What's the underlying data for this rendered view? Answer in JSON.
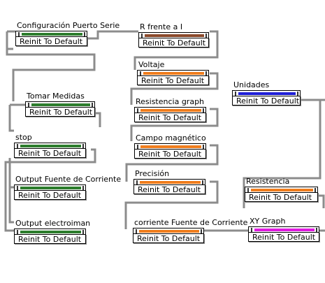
{
  "colors": {
    "wire": "#8c8c8c",
    "green": "#2d7d2d",
    "brown": "#8b4a2b",
    "orange": "#f07d1d",
    "blue": "#1f1fd6",
    "magenta": "#e01ae0"
  },
  "nodes": {
    "configuracion": {
      "label": "Configuración Puerto Serie",
      "button": "Reinit To Default",
      "type_color": "green"
    },
    "r_frente": {
      "label": "R frente a I",
      "button": "Reinit To Default",
      "type_color": "brown"
    },
    "voltaje": {
      "label": "Voltaje",
      "button": "Reinit To Default",
      "type_color": "orange"
    },
    "unidades": {
      "label": "Unidades",
      "button": "Reinit To Default",
      "type_color": "blue"
    },
    "tomar_medidas": {
      "label": "Tomar Medidas",
      "button": "Reinit To Default",
      "type_color": "green"
    },
    "resistencia_graph": {
      "label": "Resistencia graph",
      "button": "Reinit To Default",
      "type_color": "orange"
    },
    "stop": {
      "label": "stop",
      "button": "Reinit To Default",
      "type_color": "green"
    },
    "campo_magnetico": {
      "label": "Campo magnético",
      "button": "Reinit To Default",
      "type_color": "orange"
    },
    "precision": {
      "label": "Precisión",
      "button": "Reinit To Default",
      "type_color": "orange"
    },
    "output_fuente": {
      "label": "Output Fuente de Corriente",
      "button": "Reinit To Default",
      "type_color": "green"
    },
    "resistencia": {
      "label": "Resistencia",
      "button": "Reinit To Default",
      "type_color": "orange"
    },
    "output_electroiman": {
      "label": "Output electroiman",
      "button": "Reinit To Default",
      "type_color": "green"
    },
    "corriente_fuente": {
      "label": "corriente Fuente de Corriente",
      "button": "Reinit To Default",
      "type_color": "orange"
    },
    "xy_graph": {
      "label": "XY Graph",
      "button": "Reinit To Default",
      "type_color": "magenta"
    }
  }
}
